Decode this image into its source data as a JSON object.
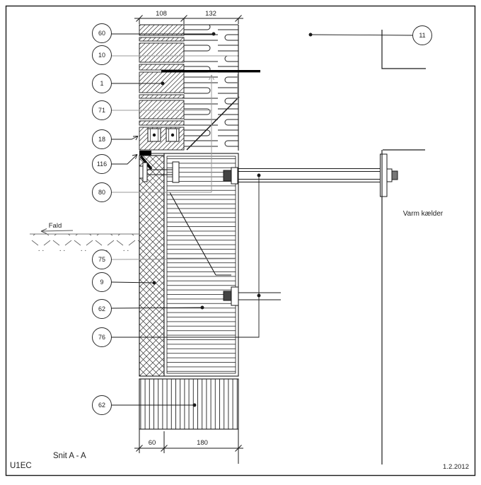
{
  "sheet": {
    "section_label": "Snit A - A",
    "doc_code": "U1EC",
    "date": "1.2.2012"
  },
  "labels": {
    "room": "Varm kælder",
    "slope": "Fald"
  },
  "dimensions": {
    "top": [
      "108",
      "132"
    ],
    "bottom": [
      "60",
      "180"
    ]
  },
  "callouts": [
    {
      "label": "60"
    },
    {
      "label": "10"
    },
    {
      "label": "1"
    },
    {
      "label": "71"
    },
    {
      "label": "18"
    },
    {
      "label": "116"
    },
    {
      "label": "80"
    },
    {
      "label": "75"
    },
    {
      "label": "9"
    },
    {
      "label": "62"
    },
    {
      "label": "76"
    },
    {
      "label": "62"
    },
    {
      "label": "11"
    }
  ],
  "colors": {
    "line": "#1a1a1a",
    "gray_leader": "#9a9a9a",
    "background": "#ffffff",
    "membrane": "#000000"
  }
}
